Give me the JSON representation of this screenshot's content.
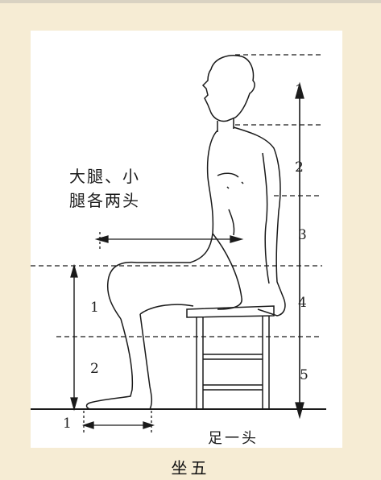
{
  "figure": {
    "annotation_thigh_line1": "大腿、小",
    "annotation_thigh_line2": "腿各两头",
    "annotation_foot": "足一头",
    "caption": "坐五",
    "vertical_scale_labels": [
      "1",
      "2",
      "3",
      "4",
      "5"
    ],
    "leg_scale_labels": [
      "1",
      "2"
    ],
    "foot_scale_label": "1"
  },
  "colors": {
    "background": "#f6ecd4",
    "panel": "#ffffff",
    "ink": "#1a1a1a"
  }
}
